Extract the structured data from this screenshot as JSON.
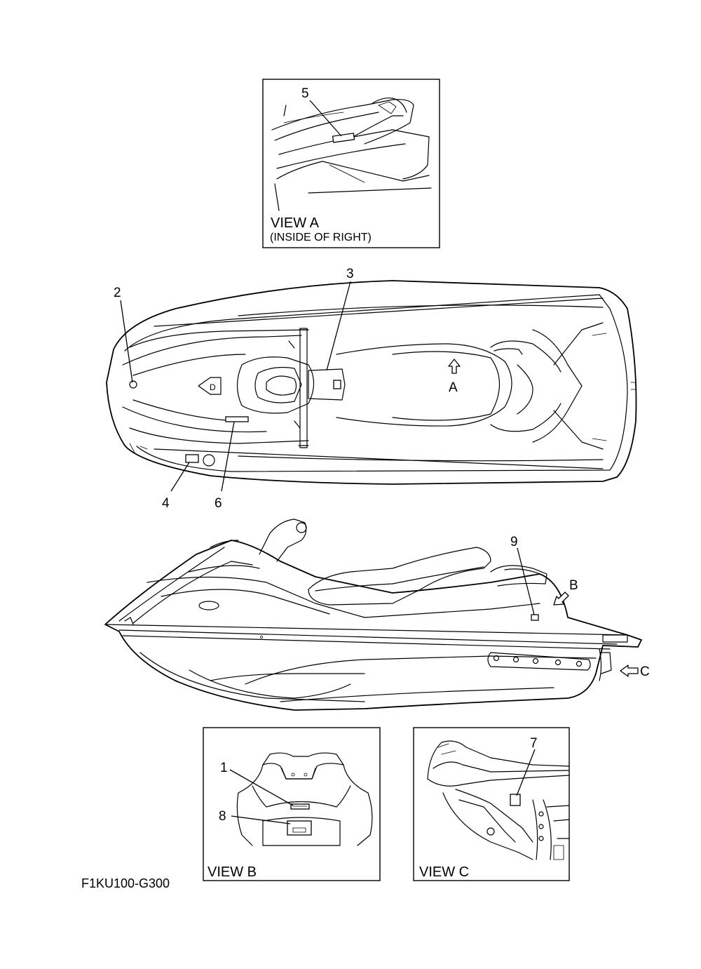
{
  "diagram_code": "F1KU100-G300",
  "view_a": {
    "title": "VIEW A",
    "subtitle": "(INSIDE OF RIGHT)"
  },
  "view_b": {
    "title": "VIEW B"
  },
  "view_c": {
    "title": "VIEW C"
  },
  "direction_labels": {
    "a": "A",
    "b": "B",
    "c": "C"
  },
  "callouts": [
    "1",
    "2",
    "3",
    "4",
    "5",
    "6",
    "7",
    "8",
    "9"
  ]
}
